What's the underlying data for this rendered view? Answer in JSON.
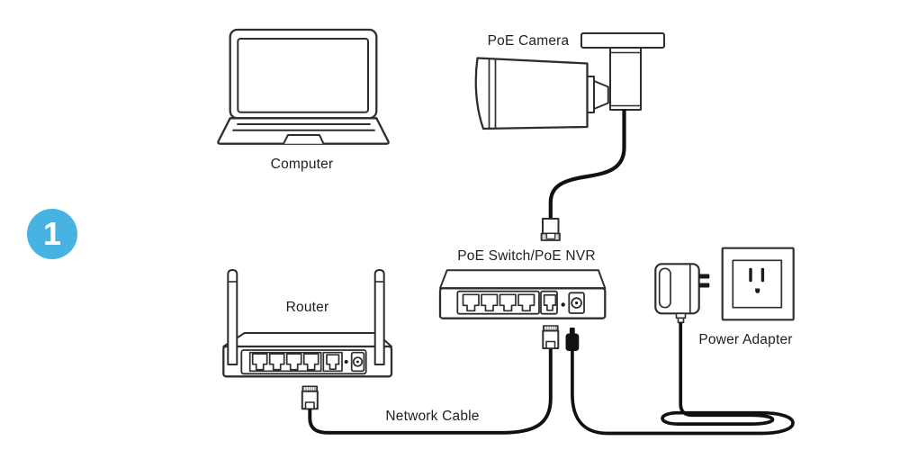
{
  "diagram": {
    "step_badge": {
      "number": "1",
      "color": "#47b3e2"
    },
    "labels": {
      "computer": "Computer",
      "poe_camera": "PoE Camera",
      "poe_switch_nvr": "PoE Switch/PoE NVR",
      "router": "Router",
      "power_adapter": "Power Adapter",
      "network_cable": "Network Cable"
    },
    "icons": {
      "step_badge": "circled-number-badge",
      "computer": "laptop-icon",
      "poe_camera": "bullet-camera-icon",
      "poe_switch_nvr": "poe-switch-icon",
      "router": "wireless-router-icon",
      "power_adapter": "power-adapter-icon",
      "wall_outlet": "wall-outlet-icon",
      "rj45_connectors": "rj45-connector-icon",
      "dc_plug": "dc-plug-icon",
      "coiled_cable": "coiled-power-cable-icon"
    },
    "colors": {
      "line": "#2e2e2e",
      "cable": "#111111",
      "connector_band": "#ababab"
    }
  }
}
